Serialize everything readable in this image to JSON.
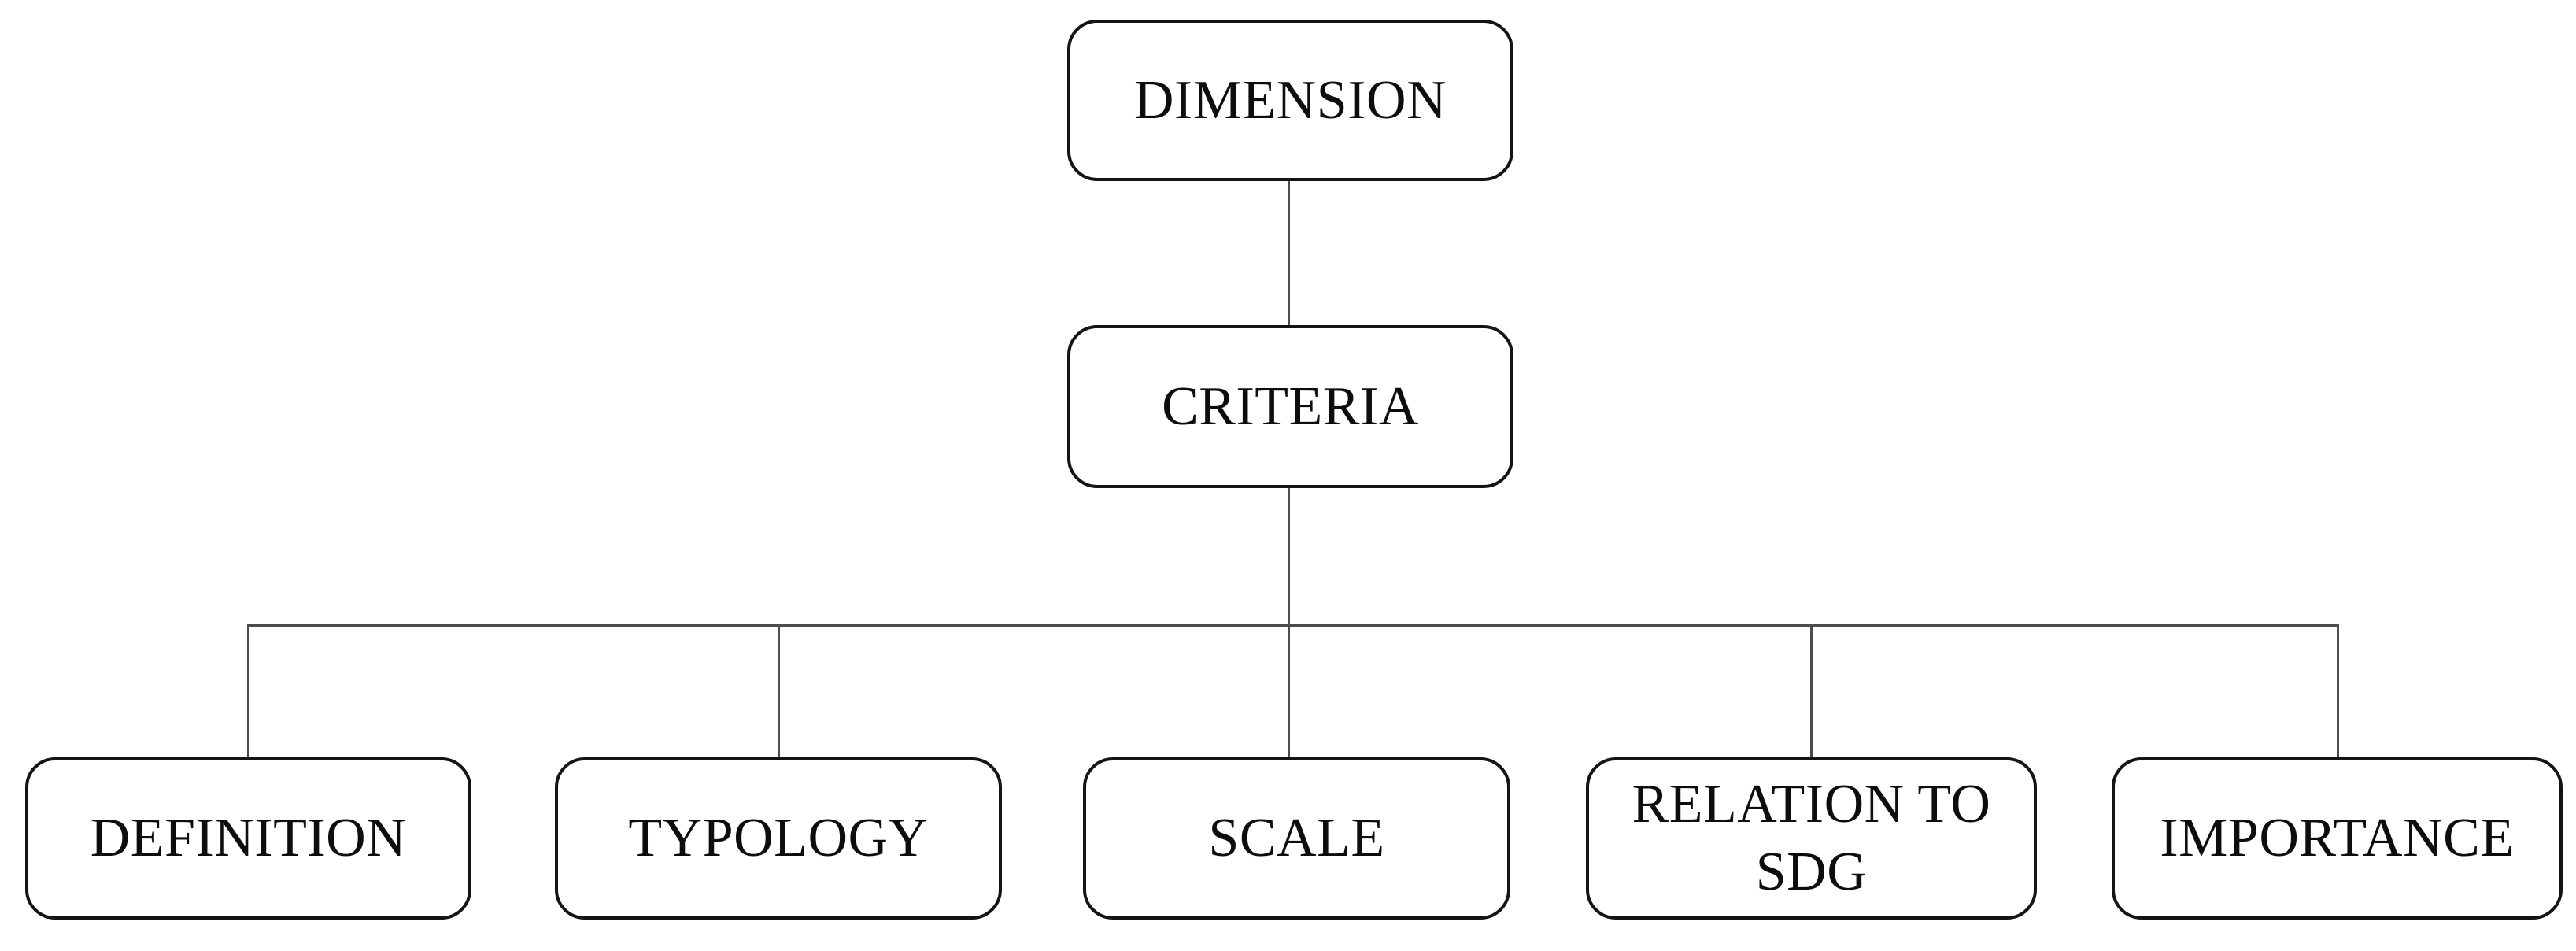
{
  "diagram": {
    "nodes": {
      "root": {
        "label": "DIMENSION"
      },
      "child": {
        "label": "CRITERIA"
      },
      "leaves": [
        {
          "label": "DEFINITION"
        },
        {
          "label": "TYPOLOGY"
        },
        {
          "label": "SCALE"
        },
        {
          "label": "RELATION TO SDG"
        },
        {
          "label": "IMPORTANCE"
        }
      ]
    },
    "colors": {
      "box_border": "#141414",
      "connector": "#4d4d4d",
      "text": "#0d0d0d",
      "background": "#ffffff"
    }
  }
}
